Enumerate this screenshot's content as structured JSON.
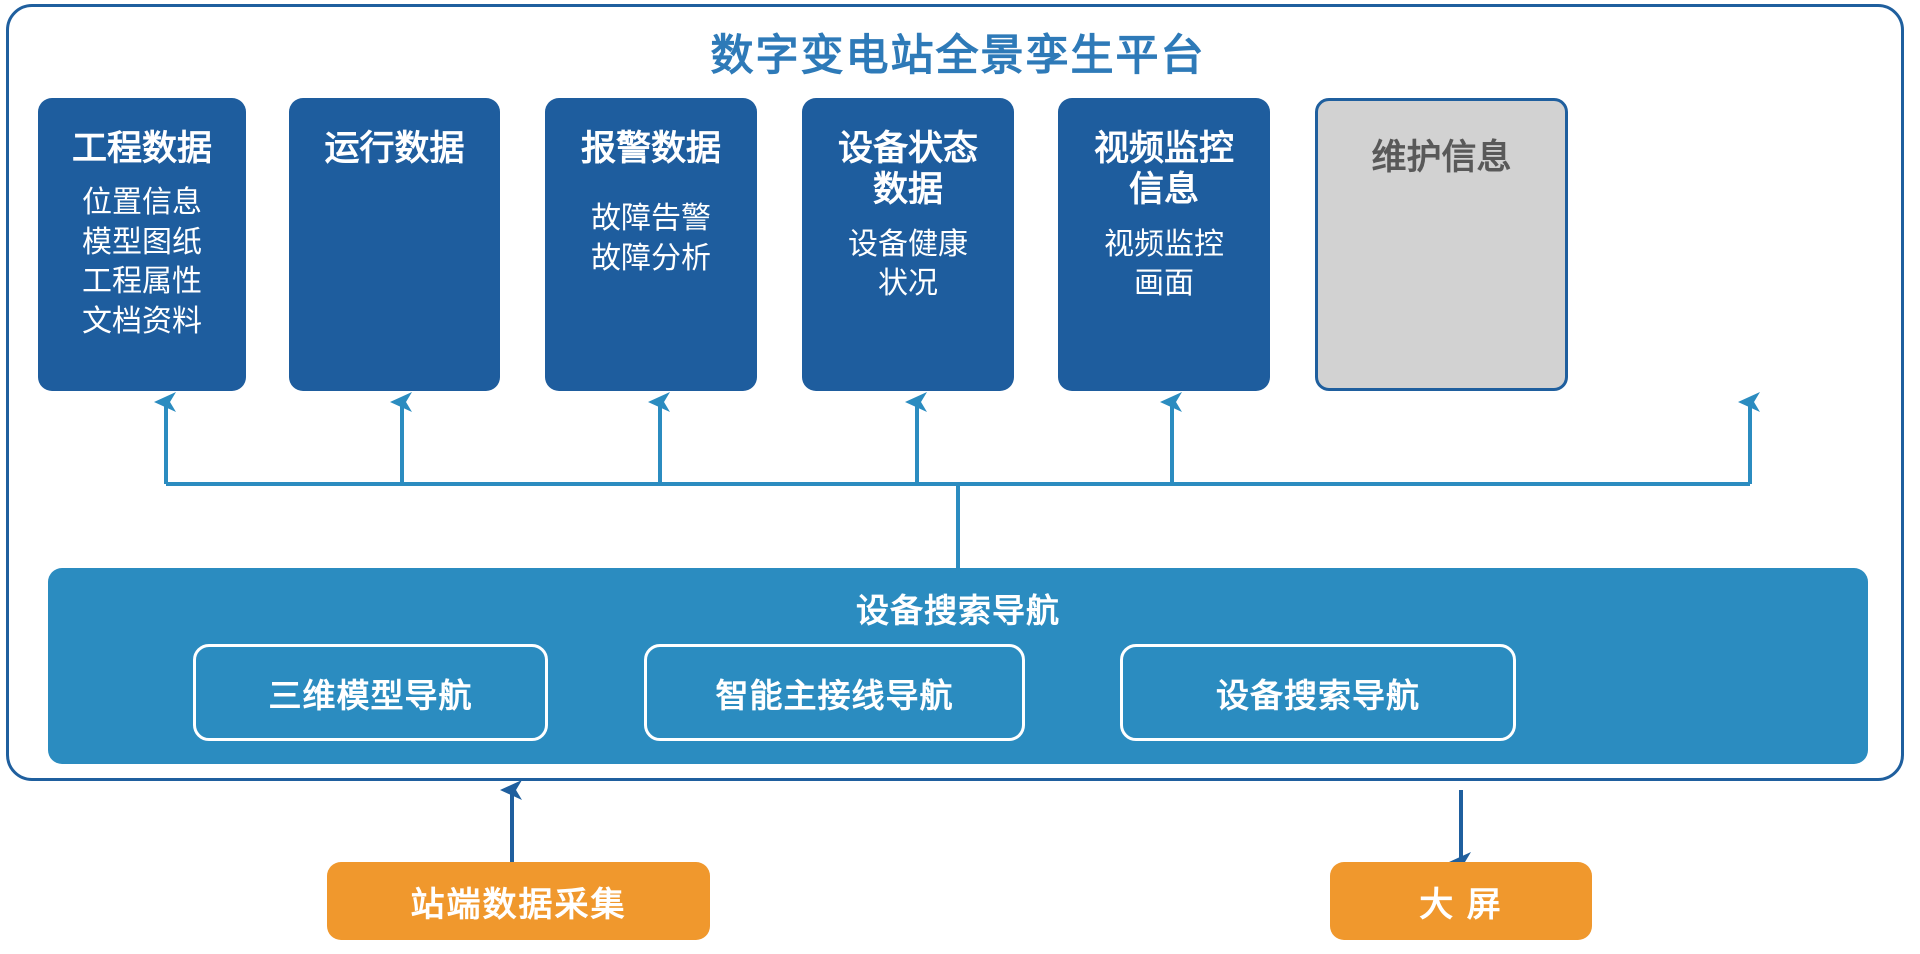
{
  "platform": {
    "title": "数字变电站全景孪生平台"
  },
  "cards": [
    {
      "title": "工程数据",
      "items": "位置信息\n模型图纸\n工程属性\n文档资料",
      "style": "blue",
      "name": "card-engineering-data"
    },
    {
      "title": "运行数据",
      "items": "",
      "style": "blue",
      "name": "card-operation-data"
    },
    {
      "title": "报警数据",
      "items": "故障告警\n故障分析",
      "style": "blue",
      "name": "card-alarm-data"
    },
    {
      "title": "设备状态\n数据",
      "items": "设备健康\n状况",
      "style": "blue",
      "name": "card-device-status-data"
    },
    {
      "title": "视频监控\n信息",
      "items": "视频监控\n画面",
      "style": "blue",
      "name": "card-video-monitoring-info"
    },
    {
      "title": "维护信息",
      "items": "",
      "style": "gray",
      "name": "card-maintenance-info"
    }
  ],
  "nav_band": {
    "title": "设备搜索导航",
    "buttons": [
      {
        "label": "三维模型导航",
        "name": "nav-button-3d-model"
      },
      {
        "label": "智能主接线导航",
        "name": "nav-button-smart-main-wiring"
      },
      {
        "label": "设备搜索导航",
        "name": "nav-button-device-search"
      }
    ]
  },
  "bottom": {
    "source": "站端数据采集",
    "display": "大 屏"
  },
  "colors": {
    "card_blue": "#1e5d9e",
    "card_gray": "#d2d2d2",
    "band_blue": "#2b8cc0",
    "orange": "#f0982d",
    "title_blue": "#2e7ab8",
    "connector_blue": "#2b8cc0",
    "arrow_dark_blue": "#1f5f9e"
  }
}
